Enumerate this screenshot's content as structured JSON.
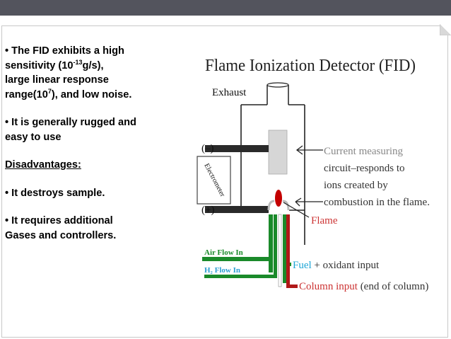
{
  "colors": {
    "topbar": "#53545d",
    "gas_line": "#1a8a2a",
    "column_line": "#b01818",
    "fuel_text": "#1ea6d6",
    "label_text": "#cc3333",
    "flame": "#cc0000"
  },
  "bullets": {
    "b1": {
      "prefix": "• The FID exhibits a high",
      "line2a": "sensitivity (10",
      "sup1": "-13",
      "line2b": "g/s),",
      "line3": "large linear response",
      "line4a": "range(10",
      "sup2": "7",
      "line4b": "), and low noise."
    },
    "b2": {
      "line1": "• It is generally rugged and",
      "line2": "easy to use"
    },
    "disadvantages": "Disadvantages:",
    "b3": "• It destroys sample.",
    "b4": {
      "line1": "• It requires additional",
      "line2": "Gases and controllers."
    }
  },
  "diagram": {
    "title": "Flame Ionization Detector (FID)",
    "exhaust": "Exhaust",
    "minus": "(–)",
    "plus": "(+)",
    "electrometer": "Electrometer",
    "current_lines": [
      "Current measuring",
      "circuit–responds to",
      "ions created by",
      "combustion in the flame."
    ],
    "flame": "Flame",
    "air_flow": "Air Flow In",
    "h2_flow": "H₂ Flow In",
    "fuel": "Fuel",
    "oxidant": " + oxidant input",
    "column_red": "Column input",
    "column_black": " (end of column)"
  }
}
